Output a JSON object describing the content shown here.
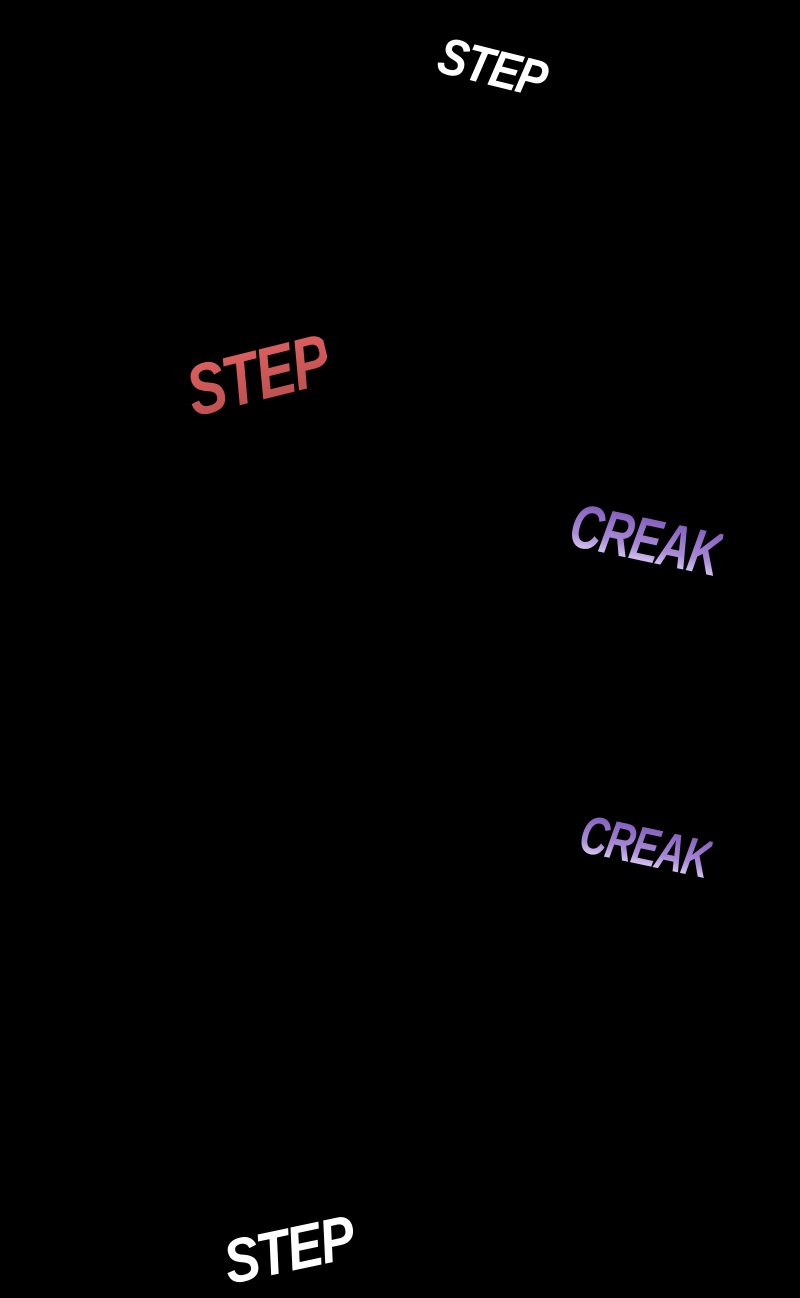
{
  "panel": {
    "sfx": [
      {
        "text": "STEP",
        "color": "#ffffff"
      },
      {
        "text": "STEP",
        "color": "#c85858"
      },
      {
        "text": "CREAK",
        "color": "#8a66c4"
      },
      {
        "text": "CREAK",
        "color": "#8a66c4"
      },
      {
        "text": "STEP",
        "color": "#ffffff"
      }
    ]
  }
}
